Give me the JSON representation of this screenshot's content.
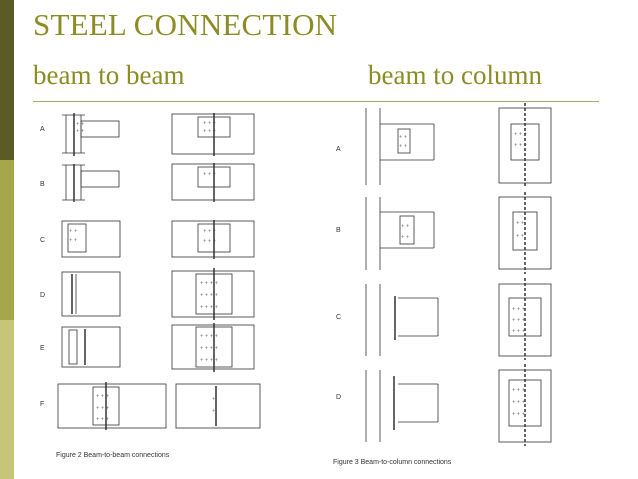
{
  "slide": {
    "title": "STEEL CONNECTION",
    "subtitle_left": "beam to beam",
    "subtitle_right": "beam to column"
  },
  "figure2": {
    "caption": "Figure 2  Beam-to-beam connections",
    "labels": [
      "A",
      "B",
      "C",
      "D",
      "E",
      "F"
    ]
  },
  "figure3": {
    "caption": "Figure 3  Beam-to-column connections",
    "labels": [
      "A",
      "B",
      "C",
      "D"
    ]
  },
  "colors": {
    "sidebar_dark": "#5b5b25",
    "sidebar_mid": "#a6a64a",
    "sidebar_light": "#c6c679",
    "title": "#8c8c24"
  }
}
